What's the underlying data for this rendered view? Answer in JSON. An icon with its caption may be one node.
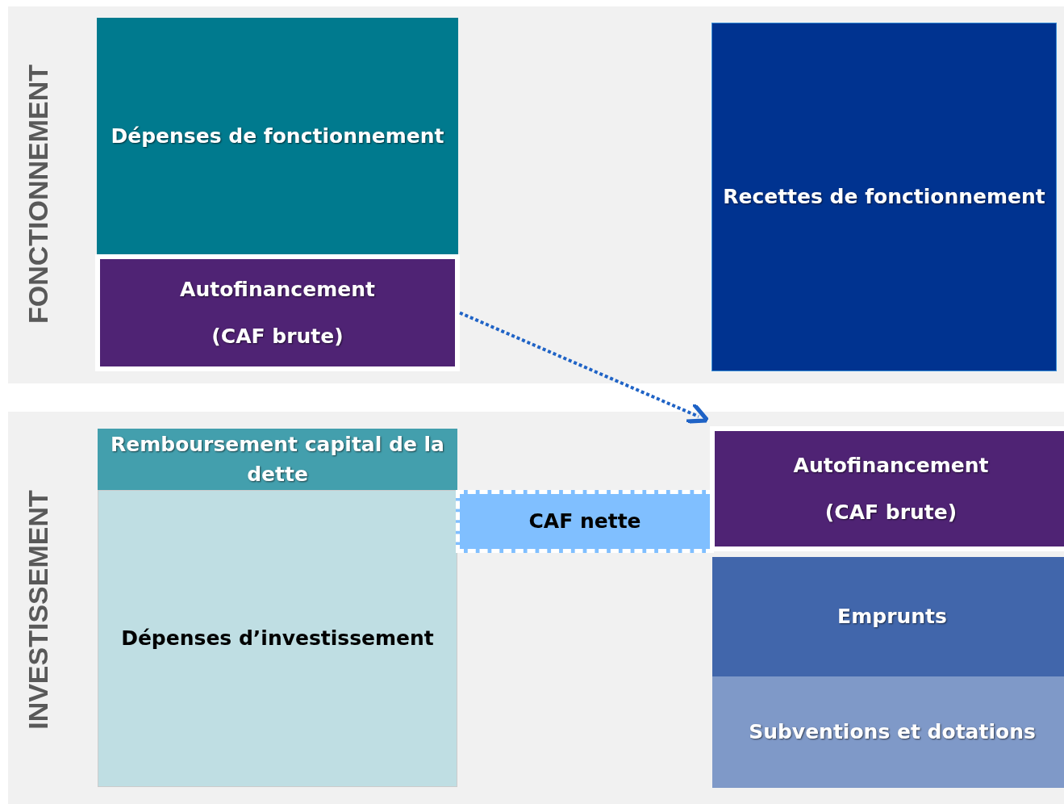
{
  "diagram": {
    "nodes": [
      {
        "text": [
          "FONCTIONNEMENT"
        ]
      },
      {
        "text": [
          "Dépenses de fonctionnement"
        ],
        "in": 0
      },
      {
        "text": [
          "Autofinancement (CAF brute)"
        ],
        "in": 0
      },
      {
        "text": [
          "Recettes de fonctionnement"
        ],
        "in": 0
      },
      {
        "text": [
          "INVESTISSEMENT"
        ]
      },
      {
        "text": [
          "Remboursement capital de la dette"
        ],
        "in": 4
      },
      {
        "text": [
          "Dépenses d’investissement"
        ],
        "in": 4
      },
      {
        "text": [
          "CAF nette"
        ],
        "in": 4
      },
      {
        "text": [
          "Autofinancement (CAF brute)"
        ],
        "in": 4
      },
      {
        "text": [
          "Emprunts"
        ],
        "in": 4
      },
      {
        "text": [
          "Subventions et dotations"
        ],
        "in": 4
      }
    ],
    "edges": [
      {
        "from": 2,
        "to": 8,
        "arrow": "to",
        "style": "dashed",
        "color": "#1f63c6"
      }
    ]
  }
}
